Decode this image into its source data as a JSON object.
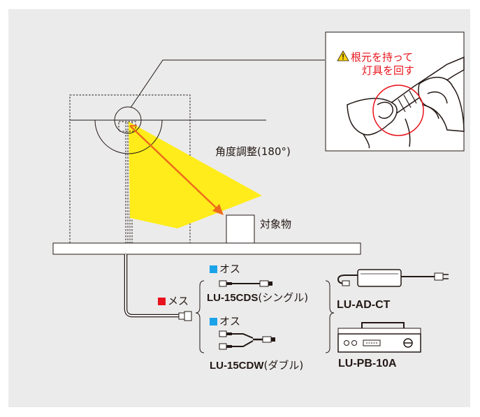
{
  "colors": {
    "panel_bg": "#ebebeb",
    "beam_yellow": "#ffec1a",
    "arrow_orange": "#ee6c1b",
    "red": "#e8131c",
    "male_blue": "#1aa3e8",
    "line": "#231815"
  },
  "inset": {
    "warning_line1": "根元を持って",
    "warning_line2": "灯具を回す"
  },
  "diagram": {
    "angle_label": "角度調整(180°)",
    "target_label": "対象物"
  },
  "connectors": {
    "female_label": "メス",
    "male_label": "オス",
    "single": {
      "model": "LU-15CDS",
      "suffix": "(シングル)"
    },
    "double": {
      "model": "LU-15CDW",
      "suffix": "(ダブル)"
    }
  },
  "power": {
    "adapter_model": "LU-AD-CT",
    "box_model": "LU-PB-10A"
  }
}
